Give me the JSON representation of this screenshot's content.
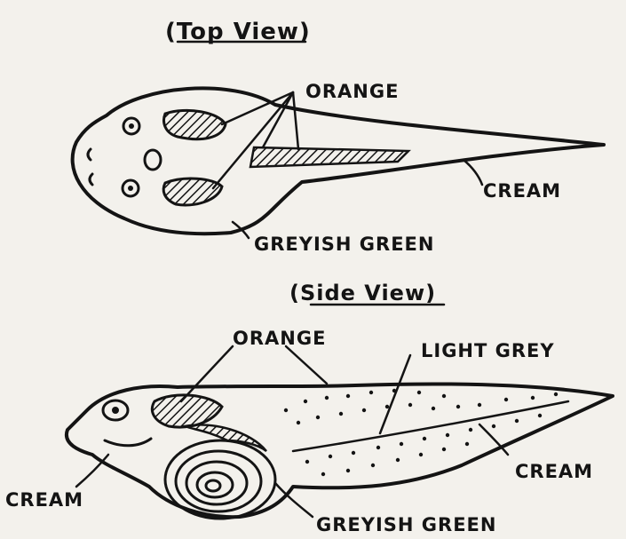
{
  "top_view": {
    "title": "(Top View)",
    "labels": {
      "orange": "ORANGE",
      "cream": "CREAM",
      "greyish_green": "GREYISH GREEN"
    }
  },
  "side_view": {
    "title": "(Side View)",
    "labels": {
      "orange": "ORANGE",
      "light_grey": "LIGHT GREY",
      "cream_tail": "CREAM",
      "cream_head": "CREAM",
      "greyish_green": "GREYISH GREEN"
    }
  }
}
